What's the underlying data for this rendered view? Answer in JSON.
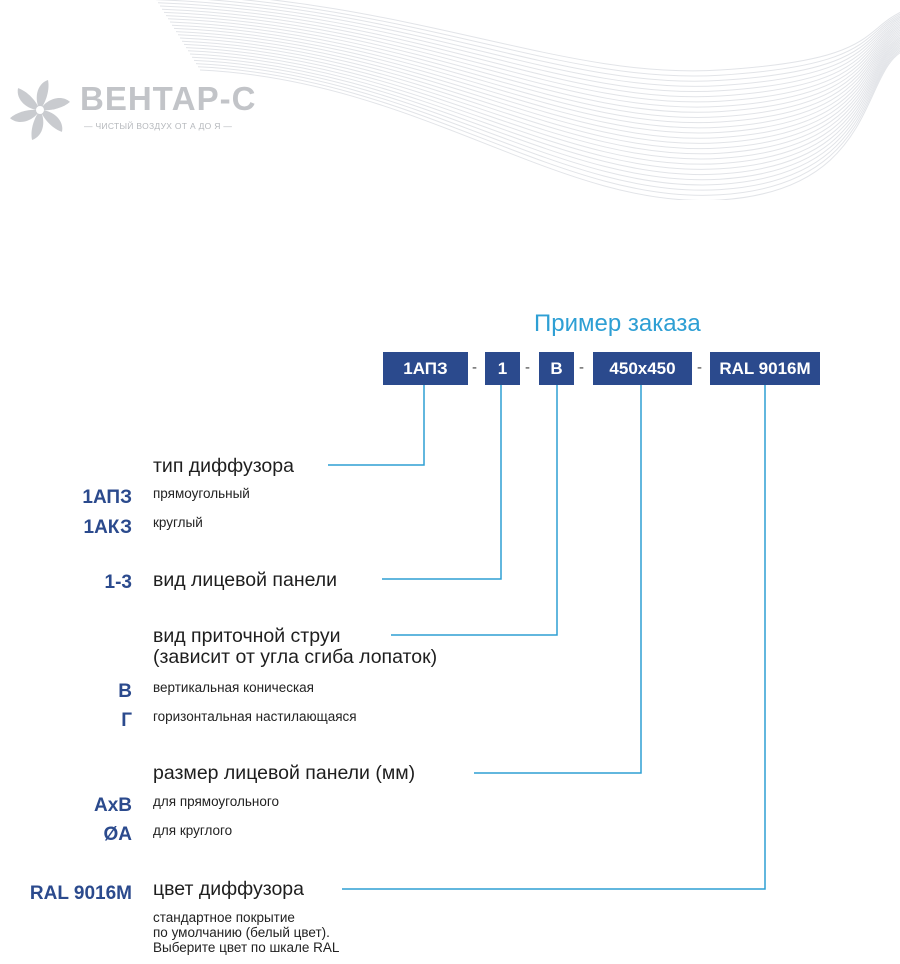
{
  "brand": {
    "name": "ВЕНТАР-С",
    "slogan": "— ЧИСТЫЙ ВОЗДУХ ОТ А ДО Я —"
  },
  "order": {
    "title": "Пример заказа",
    "codes": [
      "1АПЗ",
      "1",
      "В",
      "450x450",
      "RAL 9016M"
    ],
    "separator": "-"
  },
  "sections": {
    "type": {
      "heading": "тип диффузора",
      "options": [
        {
          "code": "1АПЗ",
          "label": "прямоугольный"
        },
        {
          "code": "1АКЗ",
          "label": "круглый"
        }
      ]
    },
    "panel": {
      "code": "1-3",
      "heading": "вид лицевой панели"
    },
    "jet": {
      "heading_line1": "вид приточной струи",
      "heading_line2": "(зависит от угла сгиба лопаток)",
      "options": [
        {
          "code": "В",
          "label": "вертикальная коническая"
        },
        {
          "code": "Г",
          "label": "горизонтальная настилающаяся"
        }
      ]
    },
    "size": {
      "heading": "размер лицевой панели (мм)",
      "options": [
        {
          "code": "АхВ",
          "label": "для прямоугольного"
        },
        {
          "code": "ØА",
          "label": "для круглого"
        }
      ]
    },
    "color": {
      "code": "RAL 9016M",
      "heading": "цвет диффузора",
      "note_line1": "стандартное покрытие",
      "note_line2": "по умолчанию (белый цвет).",
      "note_line3": "Выберите цвет по шкале RAL"
    }
  },
  "colors": {
    "accent_blue": "#2e9fd4",
    "navy": "#2b4a8d",
    "logo_gray": "#c2c4c8"
  }
}
